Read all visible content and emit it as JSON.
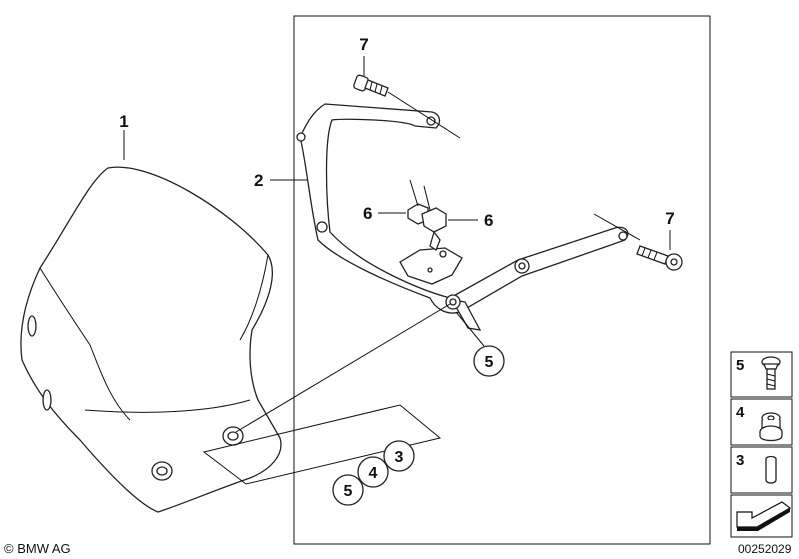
{
  "callouts": {
    "windscreen": "1",
    "bracket": "2",
    "clip_left": "6",
    "clip_right": "6",
    "screw_top": "7",
    "screw_right": "7"
  },
  "circled": {
    "main": "5",
    "group_a": "5",
    "group_b": "4",
    "group_c": "3"
  },
  "legend": {
    "item_screw": "5",
    "item_grommet": "4",
    "item_sleeve": "3"
  },
  "footer": {
    "brand": "© BMW AG",
    "diagram_code": "00252029"
  }
}
